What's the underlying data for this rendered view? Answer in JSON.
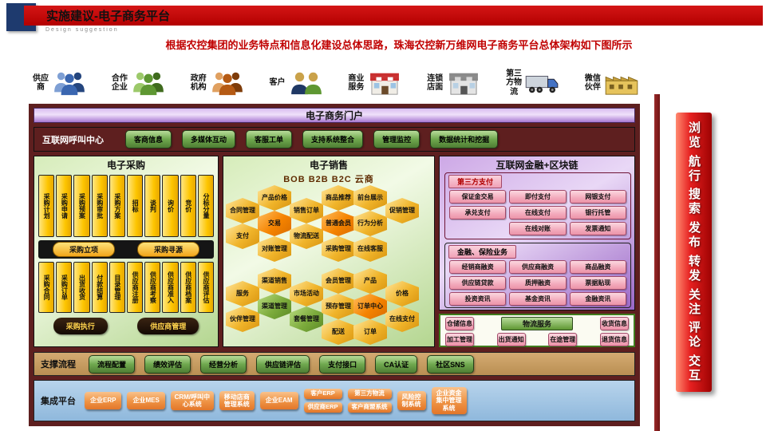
{
  "header": {
    "title": "实施建议-电子商务平台",
    "subtitle": "Design suggestion",
    "description": "根据农控集团的业务特点和信息化建设总体思路，珠海农控新万维网电子商务平台总体架构如下图所示"
  },
  "stakeholders": [
    {
      "label": "供应商",
      "icon": "people-group-icon"
    },
    {
      "label": "合作企业",
      "icon": "people-group-icon"
    },
    {
      "label": "政府机构",
      "icon": "people-group-icon"
    },
    {
      "label": "客户",
      "icon": "people-group-icon"
    },
    {
      "label": "商业服务",
      "icon": "storefront-icon"
    },
    {
      "label": "连锁店面",
      "icon": "storefront-icon"
    },
    {
      "label": "第三方物流",
      "icon": "truck-icon"
    },
    {
      "label": "微信伙伴",
      "icon": "factory-icon"
    }
  ],
  "portal": {
    "title": "电子商务门户"
  },
  "call_center": {
    "title": "互联网呼叫中心",
    "items": [
      "客商信息",
      "多媒体互动",
      "客服工单",
      "支持系统整合",
      "管理监控",
      "数据统计和挖掘"
    ]
  },
  "procurement": {
    "title": "电子采购",
    "bars_top": [
      "采购计划",
      "采购申请",
      "采购预案",
      "采购审批",
      "采购方案",
      "招标",
      "谈判",
      "询价",
      "竞价",
      "分标分量"
    ],
    "mid_buttons": [
      "采购立项",
      "采购寻源"
    ],
    "bars_bottom": [
      "采购合同",
      "采购订单",
      "出货收货",
      "付款结算",
      "目录管理",
      "供应商注册",
      "供应商考察",
      "供应商准入",
      "供应商档案",
      "供应商评估"
    ],
    "bottom_buttons": [
      "采购执行",
      "供应商管理"
    ]
  },
  "sales": {
    "title": "电子销售",
    "subtitle": "BOB  B2B  B2C  云商",
    "hexagons": [
      {
        "label": "合同管理",
        "variant": "gold"
      },
      {
        "label": "支付",
        "variant": "gold"
      },
      {
        "label": "产品价格",
        "variant": "gold"
      },
      {
        "label": "交易",
        "variant": "orange"
      },
      {
        "label": "对账管理",
        "variant": "gold"
      },
      {
        "label": "销售订单",
        "variant": "gold"
      },
      {
        "label": "物流配送",
        "variant": "gold"
      },
      {
        "label": "商品推荐",
        "variant": "gold"
      },
      {
        "label": "普通会员",
        "variant": "orange"
      },
      {
        "label": "采购管理",
        "variant": "gold"
      },
      {
        "label": "前台展示",
        "variant": "gold"
      },
      {
        "label": "行为分析",
        "variant": "gold"
      },
      {
        "label": "在线客服",
        "variant": "gold"
      },
      {
        "label": "促销管理",
        "variant": "gold"
      },
      {
        "label": "服务",
        "variant": "gold"
      },
      {
        "label": "伙伴管理",
        "variant": "gold"
      },
      {
        "label": "渠道销售",
        "variant": "gold"
      },
      {
        "label": "渠道管理",
        "variant": "green"
      },
      {
        "label": "市场活动",
        "variant": "gold"
      },
      {
        "label": "套餐管理",
        "variant": "green"
      },
      {
        "label": "会员管理",
        "variant": "gold"
      },
      {
        "label": "预存管理",
        "variant": "gold"
      },
      {
        "label": "配送",
        "variant": "gold"
      },
      {
        "label": "产品",
        "variant": "gold"
      },
      {
        "label": "订单中心",
        "variant": "orange"
      },
      {
        "label": "订单",
        "variant": "gold"
      },
      {
        "label": "价格",
        "variant": "gold"
      },
      {
        "label": "在线支付",
        "variant": "gold"
      }
    ]
  },
  "finance": {
    "title": "互联网金融+区块链",
    "third_party_label": "第三方支付",
    "third_party_items": [
      "保证金交易",
      "即付支付",
      "网银支付",
      "承兑支付",
      "在线支付",
      "银行托管",
      "在线对账",
      "发票通知"
    ],
    "insurance_label": "金融、保险业务",
    "insurance_items": [
      "经销商融资",
      "供应商融资",
      "商品融资",
      "供应链贷款",
      "质押融资",
      "票据贴现",
      "投资资讯",
      "基金资讯",
      "金融资讯"
    ]
  },
  "logistics": {
    "title": "物流服务",
    "items": [
      "仓储信息",
      "收货信息",
      "加工管理",
      "出货通知",
      "在途管理",
      "退货信息"
    ]
  },
  "support": {
    "title": "支撑流程",
    "items": [
      "流程配置",
      "绩效评估",
      "经营分析",
      "供应链评估",
      "支付接口",
      "CA认证",
      "社区SNS"
    ]
  },
  "integration": {
    "title": "集成平台",
    "items": [
      "企业ERP",
      "企业MES",
      "CRM/呼叫中心系统",
      "移动店商管理系统",
      "企业EAM"
    ],
    "stacked": [
      [
        "客户ERP",
        "供应商ERP"
      ],
      [
        "第三方物流",
        "客户商盟系统"
      ]
    ],
    "items2": [
      "风险控制系统",
      "企业资金集中管理系统"
    ]
  },
  "sidebar": {
    "items": [
      "浏览",
      "航行",
      "搜索",
      "发布",
      "转发",
      "关注",
      "评论",
      "交互"
    ]
  },
  "colors": {
    "header_red": "#c00000",
    "backdrop_maroon": "#5e1f1f",
    "panel_green": "#d6ecba",
    "panel_purple": "#cda8e6",
    "button_green": "#6fa84e",
    "button_orange": "#ef9344",
    "button_pink": "#f3aabc",
    "hex_gold": "#f0b42a",
    "sidebar_red": "#e62020"
  }
}
